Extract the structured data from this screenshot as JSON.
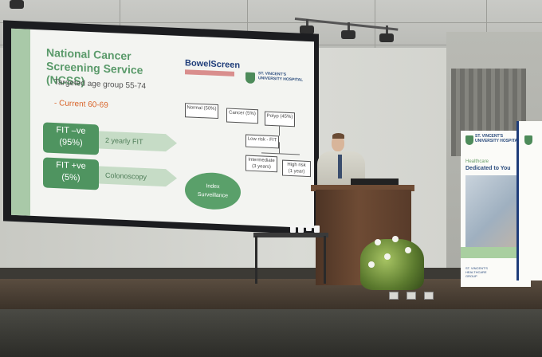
{
  "slide": {
    "title": "National Cancer\nScreening Service (NCSS)",
    "bowelscreen_logo": "BowelScreen",
    "hospital_logo": "ST. VINCENT'S UNIVERSITY HOSPITAL",
    "age_group": "Targeted age group 55-74",
    "current": "- Current 60-69",
    "fit_negative": {
      "label": "FIT –ve",
      "percent": "(95%)",
      "outcome": "2 yearly FIT"
    },
    "fit_positive": {
      "label": "FIT +ve",
      "percent": "(5%)",
      "outcome": "Colonoscopy"
    },
    "index_surveillance": "Index\nSurveillance",
    "tree": {
      "normal": "Normal (50%)",
      "cancer": "Cancer (5%)",
      "polyp": "Polyp (45%)",
      "low_risk": "Low risk - FIT",
      "intermediate": "Intermediate\n(3 years)",
      "high_risk": "High risk\n(1 year)"
    }
  },
  "banner": {
    "name": "ST. VINCENT'S\nUNIVERSITY HOSPITAL",
    "tagline": "Healthcare",
    "headline": "Dedicated to You",
    "footer": "ST. VINCENT'S\nHEALTHCARE GROUP"
  },
  "colors": {
    "slide_green": "#4f9460",
    "slide_light_green": "#c6dcc6",
    "title_green": "#5a9a6a",
    "accent_orange": "#d9642a",
    "podium_brown": "#6e4b34",
    "brand_navy": "#1f3d7a"
  }
}
